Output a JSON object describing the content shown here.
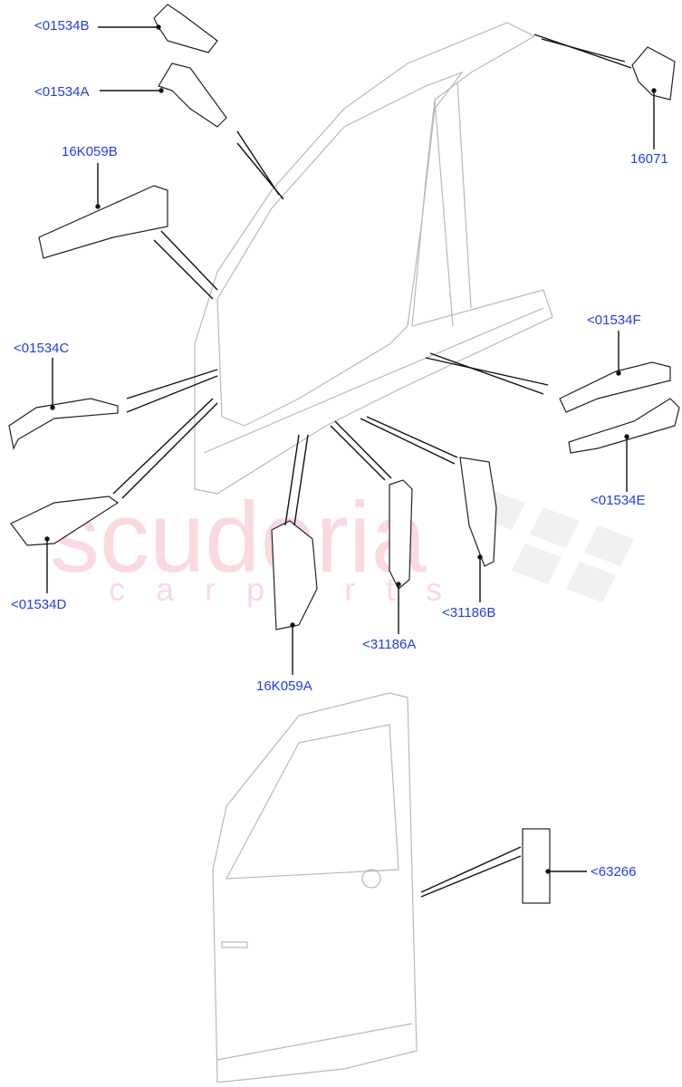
{
  "colors": {
    "label": "#1f3df0",
    "outline": "#b8b8b8",
    "part": "#222222",
    "watermark": "#f0a0a8"
  },
  "watermark": {
    "brand": "scuderia",
    "sub": "c a r   p a r t s"
  },
  "labels": {
    "l01534B": "<01534B",
    "l01534A": "<01534A",
    "l16K059B": "16K059B",
    "l16071": "16071",
    "l01534C": "<01534C",
    "l01534F": "<01534F",
    "l01534E": "<01534E",
    "l01534D": "<01534D",
    "l31186B": "<31186B",
    "l31186A": "<31186A",
    "l16K059A": "16K059A",
    "l63266": "<63266"
  }
}
